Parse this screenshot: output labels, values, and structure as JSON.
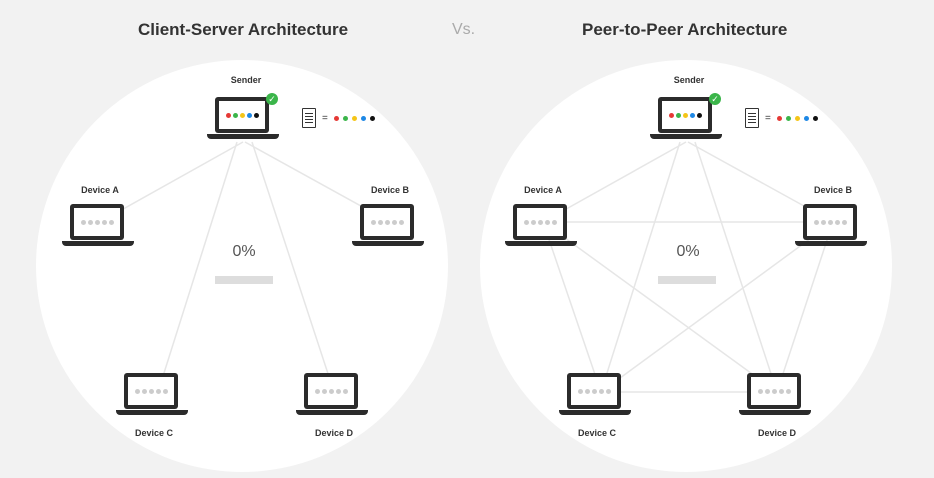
{
  "titles": {
    "left": "Client-Server Architecture",
    "vs": "Vs.",
    "right": "Peer-to-Peer Architecture"
  },
  "nodes": {
    "sender": "Sender",
    "device_a": "Device A",
    "device_b": "Device B",
    "device_c": "Device C",
    "device_d": "Device D"
  },
  "legend": {
    "equals": "=",
    "colors": [
      "#e53935",
      "#3bb54a",
      "#f5c518",
      "#1e88e5",
      "#111111"
    ]
  },
  "progress": {
    "left": {
      "label": "0%",
      "fraction": 0
    },
    "right": {
      "label": "0%",
      "fraction": 0
    }
  },
  "colors": {
    "success": "#3bb54a",
    "link": "#e6e6e6",
    "laptop": "#2b2b2b"
  },
  "icons": {
    "check": "✓"
  }
}
